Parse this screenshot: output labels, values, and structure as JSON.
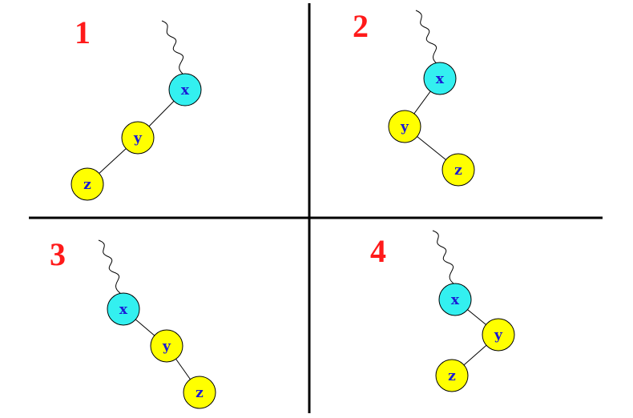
{
  "colors": {
    "x_node": "#33f0f0",
    "other_node": "#ffff00",
    "label_text": "#1a1ad6",
    "case_number": "#ff1a1a"
  },
  "panels": [
    {
      "number": "1",
      "configuration": "left-left",
      "nodes": [
        {
          "label": "x"
        },
        {
          "label": "y"
        },
        {
          "label": "z"
        }
      ]
    },
    {
      "number": "2",
      "configuration": "left-right",
      "nodes": [
        {
          "label": "x"
        },
        {
          "label": "y"
        },
        {
          "label": "z"
        }
      ]
    },
    {
      "number": "3",
      "configuration": "right-right",
      "nodes": [
        {
          "label": "x"
        },
        {
          "label": "y"
        },
        {
          "label": "z"
        }
      ]
    },
    {
      "number": "4",
      "configuration": "right-left",
      "nodes": [
        {
          "label": "x"
        },
        {
          "label": "y"
        },
        {
          "label": "z"
        }
      ]
    }
  ]
}
